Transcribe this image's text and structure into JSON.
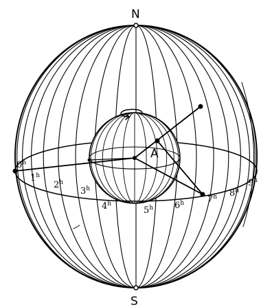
{
  "poles": {
    "north": "N",
    "south": "S"
  },
  "point_label": "A",
  "hour_unit": "h",
  "hour_labels": [
    "0",
    "1",
    "2",
    "3",
    "4",
    "5",
    "6",
    "7",
    "8",
    "9"
  ],
  "colors": {
    "ink": "#000000",
    "paper": "#ffffff"
  },
  "icons": {
    "rotation": "rotation-arrow-icon"
  }
}
